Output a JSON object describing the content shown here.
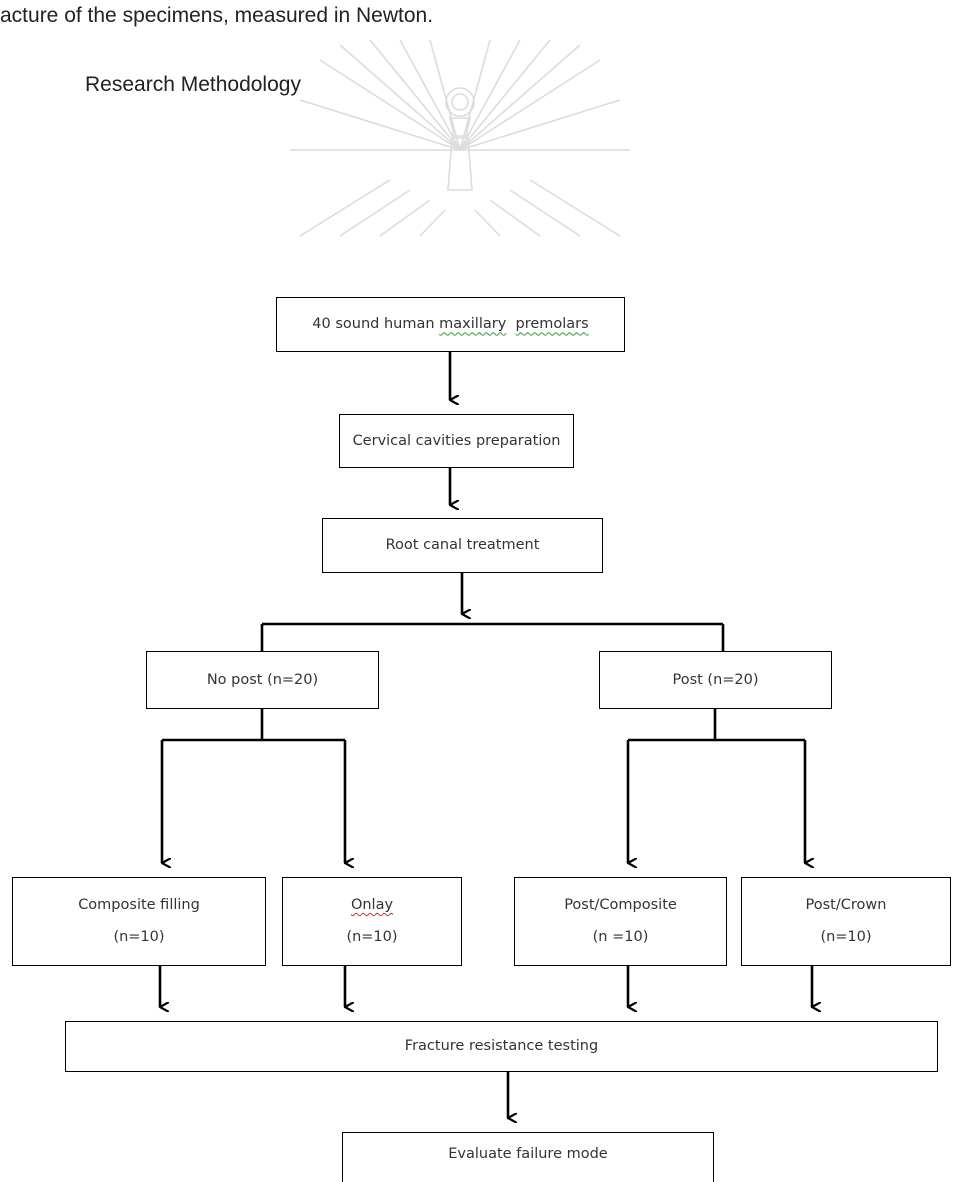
{
  "page": {
    "intro_line": "acture of the specimens, measured in Newton.",
    "section_heading": "Research Methodology"
  },
  "flowchart": {
    "start": {
      "prefix": "40 sound human ",
      "term1": "maxillary",
      "term2": "premolars"
    },
    "step2": "Cervical cavities preparation",
    "step3": "Root canal treatment",
    "branch_left": "No post (n=20)",
    "branch_right": "Post (n=20)",
    "groups": [
      {
        "label": "Composite filling",
        "n": "(n=10)"
      },
      {
        "label": "Onlay",
        "n": "(n=10)"
      },
      {
        "label": "Post/Composite",
        "n": "(n =10)"
      },
      {
        "label": "Post/Crown",
        "n": "(n=10)"
      }
    ],
    "testing": "Fracture resistance testing",
    "final": "Evaluate failure mode"
  }
}
